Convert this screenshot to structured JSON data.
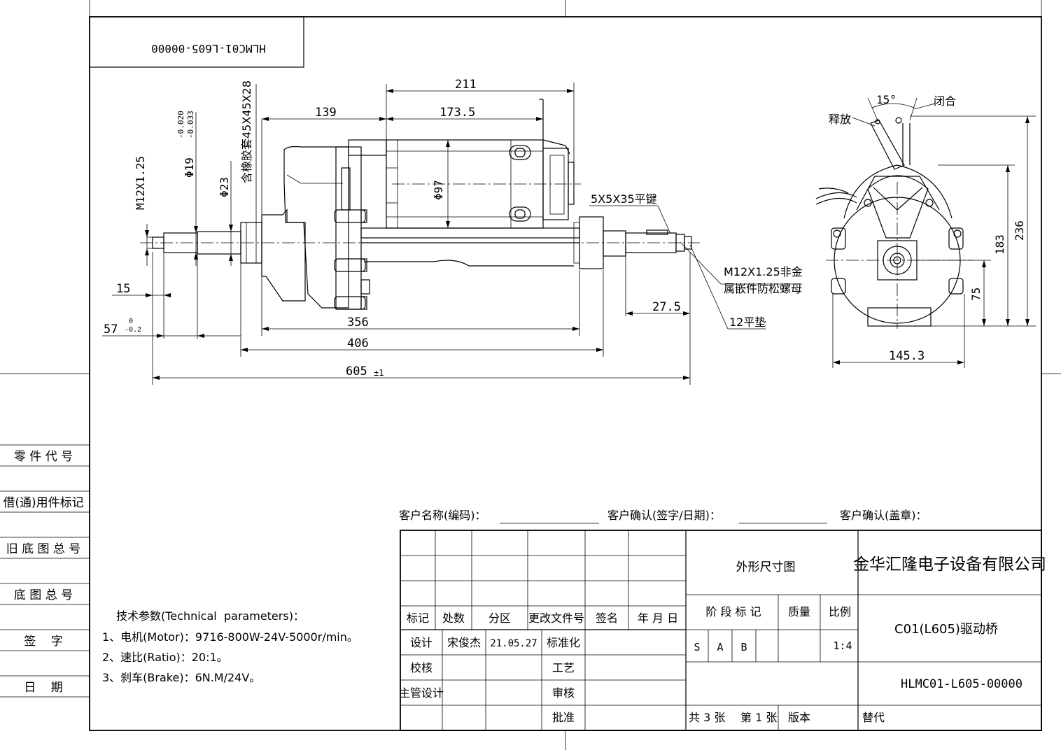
{
  "drawing_code_box": "HLMC01-L605-00000",
  "dimensions": {
    "d211": "211",
    "d139": "139",
    "d173_5": "173.5",
    "m12": "M12X1.25",
    "phi19": "Φ19",
    "phi19_tol_up": "-0.020",
    "phi19_tol_lo": "-0.033",
    "phi23": "Φ23",
    "rubber_sleeve": "含橡胶套45X45X28",
    "phi97": "Φ97",
    "key": "5X5X35平键",
    "nut_line1": "M12X1.25非金",
    "nut_line2": "属嵌件防松螺母",
    "washer": "12平垫",
    "d15": "15",
    "d57": "57",
    "d57_tol_up": "0",
    "d57_tol_lo": "-0.2",
    "d27_5": "27.5",
    "d356": "356",
    "d406": "406",
    "d605": "605",
    "d605_tol": "±1",
    "angle": "15°",
    "release": "释放",
    "close": "闭合",
    "d236": "236",
    "d183": "183",
    "d75": "75",
    "d145_3": "145.3"
  },
  "side_labels": [
    "零 件 代 号",
    "借(通)用件标记",
    "旧 底 图 总 号",
    "底 图 总 号",
    "签    字",
    "日    期"
  ],
  "tech": {
    "title": "技术参数(Technical  parameters)：",
    "lines": [
      "1、电机(Motor)：9716-800W-24V-5000r/min。",
      "2、速比(Ratio)：20:1。",
      "3、刹车(Brake)：6N.M/24V。"
    ]
  },
  "customer": {
    "name": "客户名称(编码)：",
    "confirm_sign": "客户确认(签字/日期)：",
    "confirm_seal": "客户确认(盖章)："
  },
  "titleblock": {
    "col_mark": "标记",
    "col_count": "处数",
    "col_zone": "分区",
    "col_doc": "更改文件号",
    "col_sign": "签名",
    "col_date": "年 月 日",
    "design": "设计",
    "designer": "宋俊杰",
    "design_date": "21.05.27",
    "standardize": "标准化",
    "check": "校核",
    "process": "工艺",
    "chief": "主管设计",
    "review": "审核",
    "approve": "批准",
    "drawing_type": "外形尺寸图",
    "stage_mark": "阶 段 标 记",
    "mass": "质量",
    "scale": "比例",
    "stage_s": "S",
    "stage_a": "A",
    "stage_b": "B",
    "scale_val": "1:4",
    "company": "金华汇隆电子设备有限公司",
    "part_name": "C01(L605)驱动桥",
    "part_code": "HLMC01-L605-00000",
    "sheets_total": "共 3 张",
    "sheet_no": "第 1 张",
    "version": "版本",
    "replace": "替代"
  }
}
